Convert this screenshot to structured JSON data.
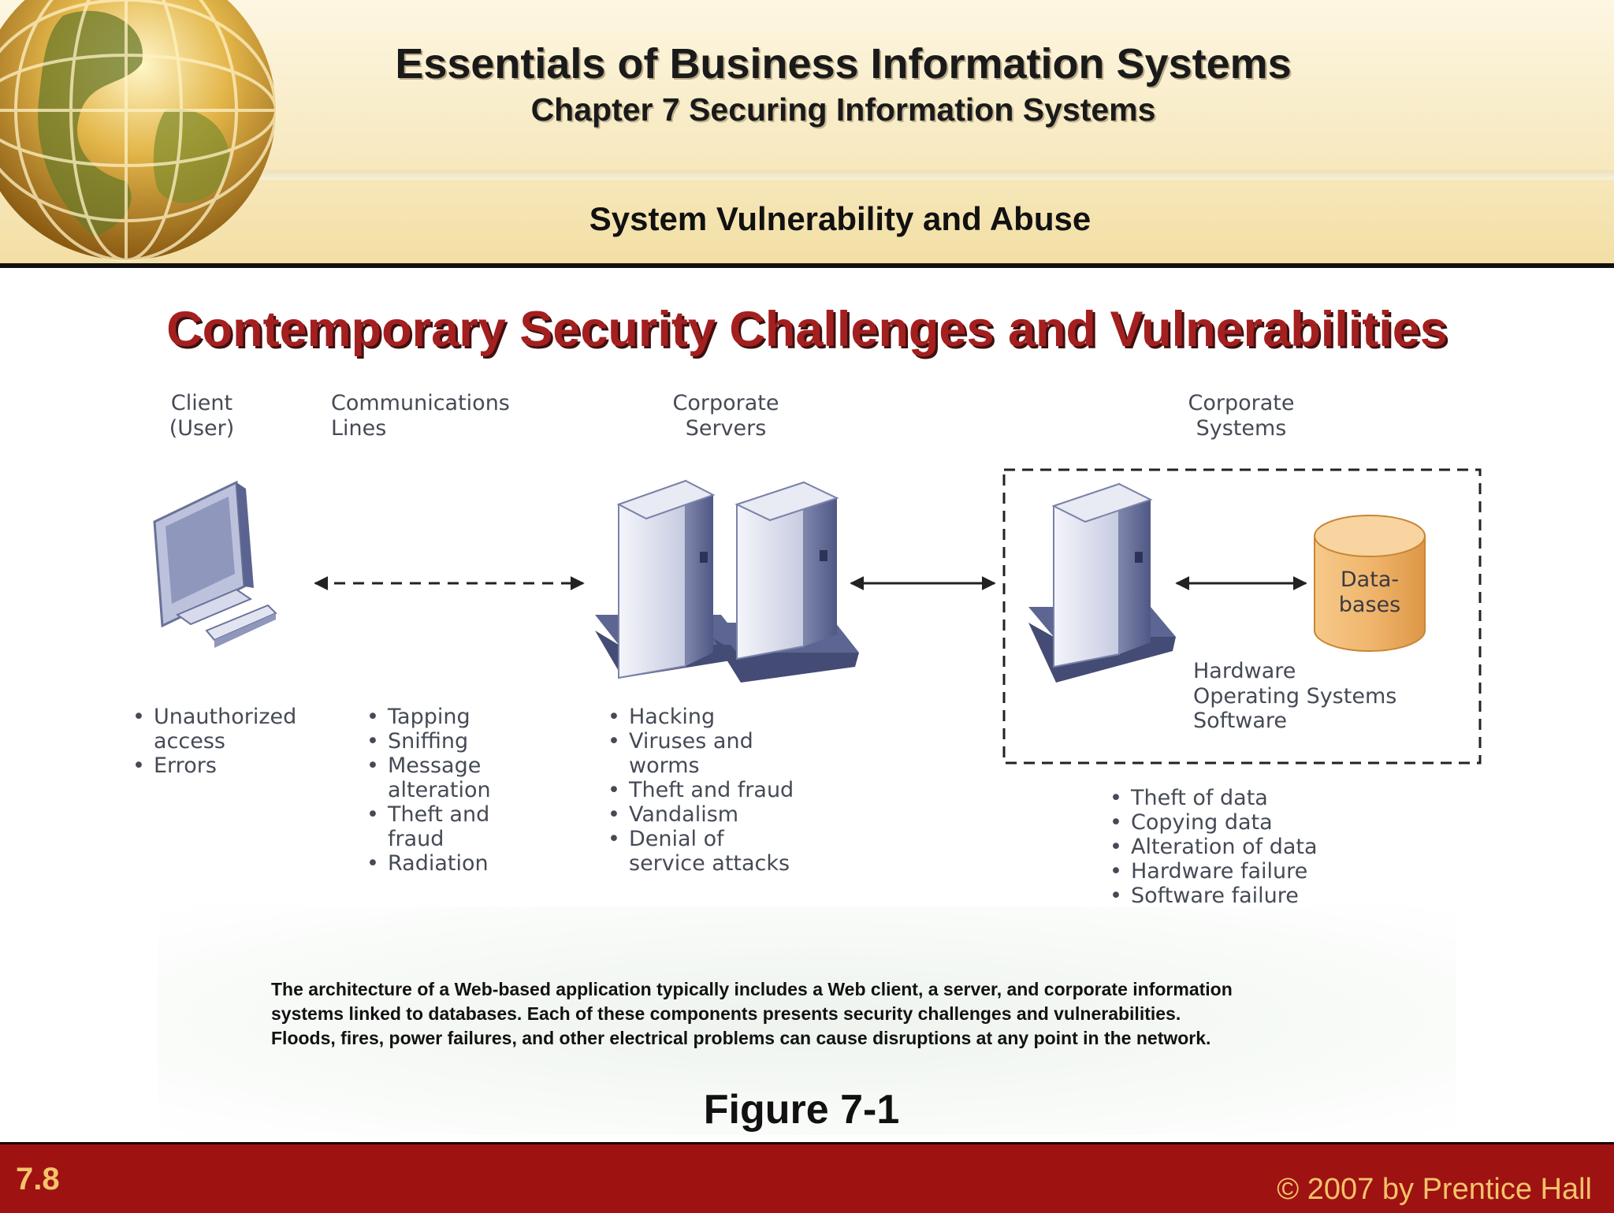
{
  "header": {
    "book_title": "Essentials of Business Information Systems",
    "chapter_title": "Chapter 7 Securing Information Systems",
    "section_title": "System Vulnerability and Abuse"
  },
  "slide_title": "Contemporary Security Challenges and Vulnerabilities",
  "figure": {
    "columns": [
      {
        "heading": [
          "Client",
          "(User)"
        ]
      },
      {
        "heading": [
          "Communications",
          "Lines"
        ]
      },
      {
        "heading": [
          "Corporate",
          "Servers"
        ]
      },
      {
        "heading": [
          "Corporate",
          "Systems"
        ]
      }
    ],
    "database_label": [
      "Data-",
      "bases"
    ],
    "system_components": [
      "Hardware",
      "Operating Systems",
      "Software"
    ],
    "client_threats": [
      "Unauthorized",
      "access",
      "Errors"
    ],
    "line_threats": [
      "Tapping",
      "Sniffing",
      "Message",
      "alteration",
      "Theft and",
      "fraud",
      "Radiation"
    ],
    "server_threats": [
      "Hacking",
      "Viruses and",
      "worms",
      "Theft and fraud",
      "Vandalism",
      "Denial of",
      "service attacks"
    ],
    "system_threats": [
      "Theft of data",
      "Copying data",
      "Alteration of data",
      "Hardware failure",
      "Software failure"
    ]
  },
  "caption": {
    "line1": "The architecture of a Web-based application typically includes a Web client, a server, and corporate information",
    "line2": "systems linked to databases. Each of these components presents security challenges and vulnerabilities.",
    "line3": "Floods, fires, power failures, and other electrical problems can cause disruptions at any point in the network."
  },
  "figure_label": "Figure 7-1",
  "footer": {
    "slide_number": "7.8",
    "copyright": "© 2007 by Prentice Hall"
  },
  "colors": {
    "title_red": "#a41f1f",
    "footer_red": "#9e1212",
    "footer_text": "#f4c36a",
    "database_orange": "#f0b66d"
  }
}
